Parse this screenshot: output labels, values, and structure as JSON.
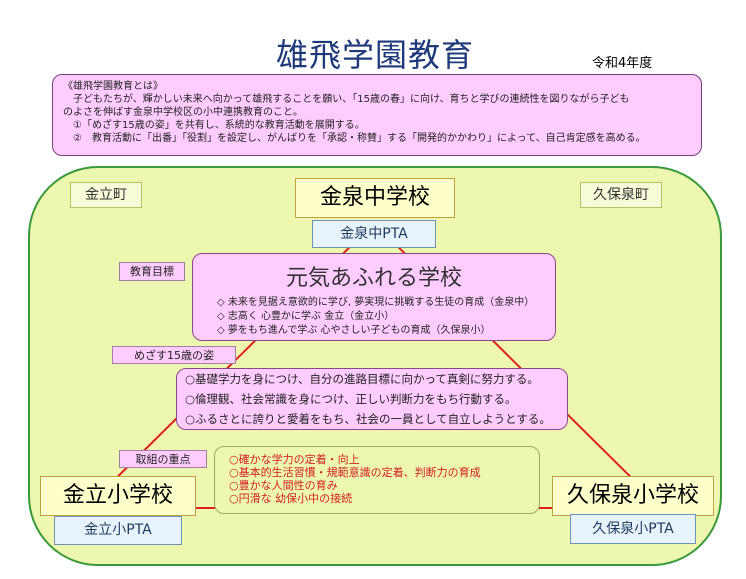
{
  "title": "雄飛学園教育",
  "year": "令和4年度",
  "intro": {
    "lines": [
      "《雄飛学園教育とは》",
      "　子どもたちが、輝かしい未来へ向かって雄飛することを願い、「15歳の春」に向け、育ちと学びの連続性を図りながら子ども",
      "のよさを伸ばす金泉中学校区の小中連携教育のこと。",
      "　①「めざす15歳の姿」を共有し、系統的な教育活動を展開する。",
      "　②　教育活動に「出番」「役割」を設定し、がんばりを「承認・称賛」する「開発的かかわり」によって、自己肯定感を高める。"
    ]
  },
  "towns": {
    "left": "金立町",
    "right": "久保泉町"
  },
  "schools": {
    "junior_high": "金泉中学校",
    "junior_high_pta": "金泉中PTA",
    "kanadachi": "金立小学校",
    "kanadachi_pta": "金立小PTA",
    "kuboizumi": "久保泉小学校",
    "kuboizumi_pta": "久保泉小PTA"
  },
  "goal": {
    "tag": "教育目標",
    "main": "元気あふれる学校",
    "lines": [
      "◇ 未来を見据え意欲的に学び, 夢実現に挑戦する生徒の育成（金泉中）",
      "◇ 志高く 心豊かに学ぶ  金立（金立小）",
      "◇ 夢をもち進んで学ぶ  心やさしい子どもの育成（久保泉小）"
    ]
  },
  "mezasu": {
    "tag": "めざす15歳の姿",
    "lines": [
      "○基礎学力を身につけ、自分の進路目標に向かって真剣に努力する。",
      "○倫理観、社会常識を身につけ、正しい判断力をもち行動する。",
      "○ふるさとに誇りと愛着をもち、社会の一員として自立しようとする。"
    ]
  },
  "focus": {
    "tag": "取組の重点",
    "lines": [
      "○確かな学力の定着・向上",
      "○基本的生活習慣・規範意識の定着、判断力の育成",
      "○豊かな人間性の育み",
      "○円滑な 幼保小中の接続"
    ]
  },
  "colors": {
    "triangle": "#e02020",
    "region_border": "#3a9a3a",
    "region_fill": "#eef7b0",
    "pink": "#ffccff"
  }
}
